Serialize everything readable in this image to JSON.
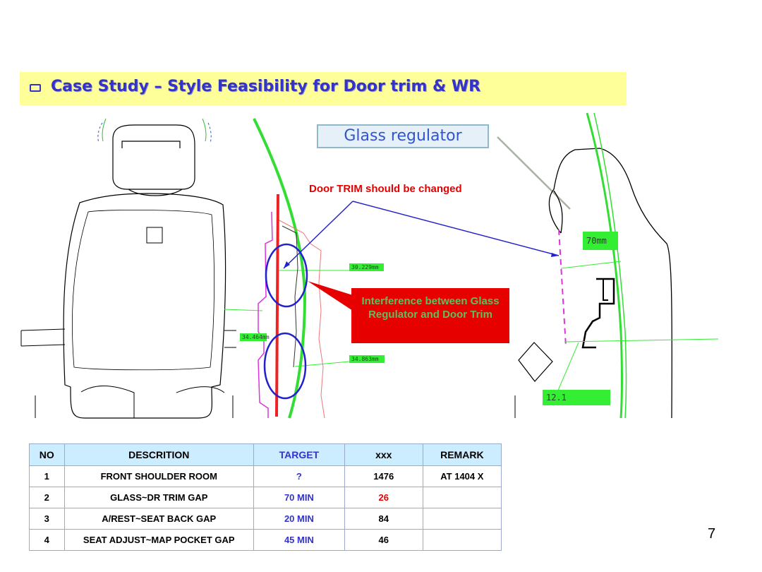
{
  "title": "Case Study – Style Feasibility for Door trim & WR",
  "callouts": {
    "glass_regulator": "Glass regulator",
    "door_trim": "Door TRIM should be changed",
    "interference": "Interference between Glass Regulator and Door Trim"
  },
  "dimensions": {
    "d1": "30.229mm",
    "d2": "34.464mm",
    "d3": "34.863mm",
    "d4": "70mm",
    "d5": "12.1"
  },
  "table": {
    "headers": [
      "NO",
      "DESCRITION",
      "TARGET",
      "xxx",
      "REMARK"
    ],
    "rows": [
      {
        "no": "1",
        "desc": "FRONT SHOULDER ROOM",
        "target": "?",
        "val": "1476",
        "remark": "AT 1404 X"
      },
      {
        "no": "2",
        "desc": "GLASS~DR TRIM GAP",
        "target": "70 MIN",
        "val": "26",
        "remark": ""
      },
      {
        "no": "3",
        "desc": "A/REST~SEAT BACK GAP",
        "target": "20 MIN",
        "val": "84",
        "remark": ""
      },
      {
        "no": "4",
        "desc": "SEAT ADJUST~MAP POCKET GAP",
        "target": "45 MIN",
        "val": "46",
        "remark": ""
      }
    ]
  },
  "page_number": "7",
  "colors": {
    "title": "#3333cc",
    "title_bg": "#ffff99",
    "alert": "#e60000",
    "dimension": "#33ee33"
  }
}
